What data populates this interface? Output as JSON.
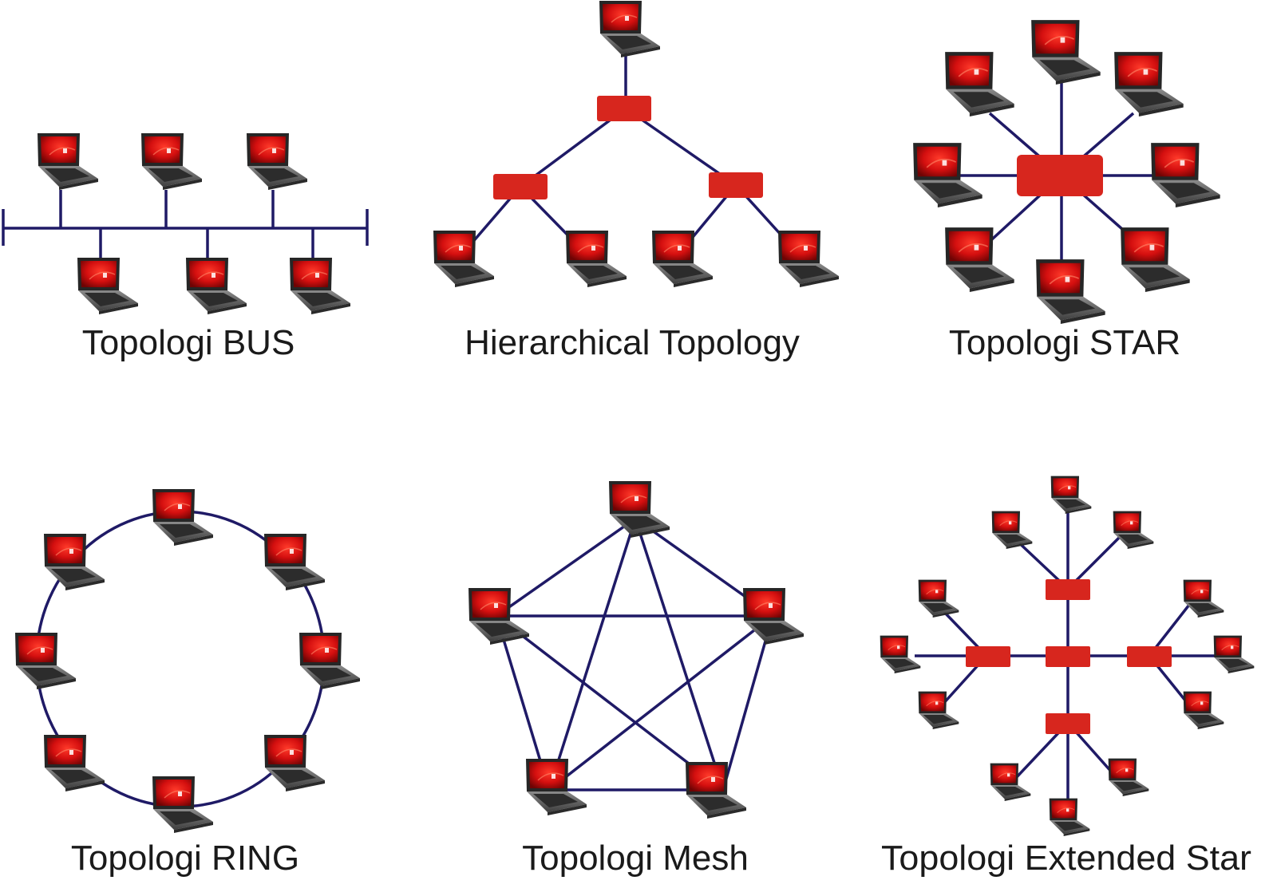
{
  "panels": {
    "bus": {
      "title": "Topologi BUS"
    },
    "hierarchical": {
      "title": "Hierarchical Topology"
    },
    "star": {
      "title": "Topologi STAR"
    },
    "ring": {
      "title": "Topologi RING"
    },
    "mesh": {
      "title": "Topologi Mesh"
    },
    "extended_star": {
      "title": "Topologi Extended Star"
    }
  },
  "colors": {
    "wire": "#1f1a66",
    "hub": "#d7261e",
    "laptop_screen": "#d40f0f",
    "laptop_body": "#5c5c5c"
  },
  "icons": {
    "node": "laptop-icon",
    "connector": "hub-icon"
  }
}
